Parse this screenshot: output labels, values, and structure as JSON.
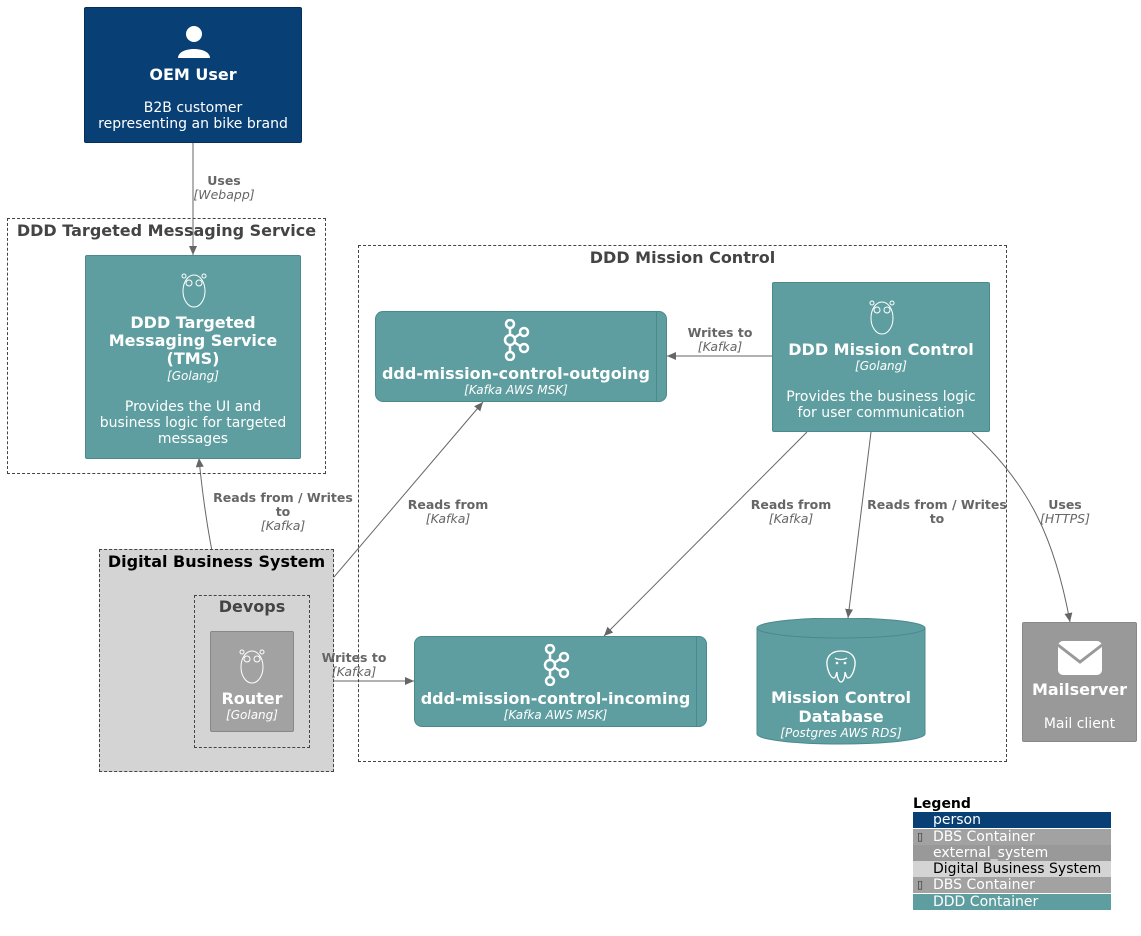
{
  "colors": {
    "person": "#083f75",
    "ddd_container": "#5f9ea0",
    "external": "#999999",
    "dbs_container": "#a2a2a2",
    "dbs_boundary": "#d4d4d4",
    "arrow": "#666666"
  },
  "person": {
    "icon": "person-icon",
    "title": "OEM User",
    "desc_line1": "B2B customer",
    "desc_line2": "representing an bike brand"
  },
  "boundaries": {
    "tms": "DDD Targeted Messaging Service",
    "mission": "DDD Mission Control",
    "dbs": "Digital Business System",
    "devops": "Devops"
  },
  "tms": {
    "icon": "gopher-icon",
    "title_line1": "DDD Targeted",
    "title_line2": "Messaging Service",
    "title_line3": "(TMS)",
    "tech": "[Golang]",
    "desc_line1": "Provides the UI and",
    "desc_line2": "business logic for targeted",
    "desc_line3": "messages"
  },
  "mission_control": {
    "icon": "gopher-icon",
    "title": "DDD Mission Control",
    "tech": "[Golang]",
    "desc_line1": "Provides the business logic",
    "desc_line2": "for user communication"
  },
  "outgoing": {
    "icon": "kafka-icon",
    "title": "ddd-mission-control-outgoing",
    "tech": "[Kafka AWS MSK]"
  },
  "incoming": {
    "icon": "kafka-icon",
    "title": "ddd-mission-control-incoming",
    "tech": "[Kafka AWS MSK]"
  },
  "database": {
    "icon": "postgres-icon",
    "title_line1": "Mission Control",
    "title_line2": "Database",
    "tech": "[Postgres AWS RDS]"
  },
  "router": {
    "icon": "gopher-icon",
    "title": "Router",
    "tech": "[Golang]"
  },
  "mailserver": {
    "icon": "envelope-icon",
    "title": "Mailserver",
    "desc": "Mail client"
  },
  "relations": {
    "uses_webapp": {
      "label": "Uses",
      "tech": "[Webapp]"
    },
    "tms_router": {
      "label_line1": "Reads from / Writes",
      "label_line2": "to",
      "tech": "[Kafka]"
    },
    "router_outgoing": {
      "label": "Reads from",
      "tech": "[Kafka]"
    },
    "mc_outgoing": {
      "label": "Writes to",
      "tech": "[Kafka]"
    },
    "mc_incoming": {
      "label": "Reads from",
      "tech": "[Kafka]"
    },
    "mc_db": {
      "label_line1": "Reads from / Writes",
      "label_line2": "to"
    },
    "mc_mail": {
      "label": "Uses",
      "tech": "[HTTPS]"
    },
    "router_incoming": {
      "label": "Writes to",
      "tech": "[Kafka]"
    }
  },
  "legend": {
    "title": "Legend",
    "items": [
      {
        "label": "person",
        "mark": ""
      },
      {
        "label": "DBS Container",
        "mark": "▯"
      },
      {
        "label": "external_system",
        "mark": ""
      },
      {
        "label": "Digital Business System",
        "mark": ""
      },
      {
        "label": "DBS Container",
        "mark": "▯"
      },
      {
        "label": "DDD Container",
        "mark": ""
      }
    ]
  }
}
